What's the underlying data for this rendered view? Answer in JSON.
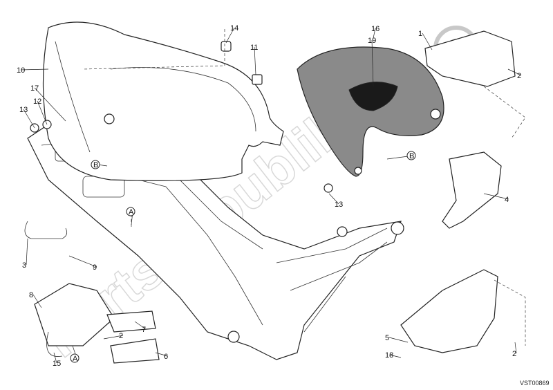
{
  "diagram": {
    "drawing_code": "VST00869",
    "watermark": "PartsRepublik",
    "callouts": [
      "10",
      "17",
      "13",
      "12",
      "14",
      "11",
      "16",
      "19",
      "1",
      "2",
      "B",
      "B",
      "A",
      "A",
      "13",
      "4",
      "3",
      "9",
      "8",
      "7",
      "2",
      "6",
      "15",
      "5",
      "18",
      "2"
    ],
    "colors": {
      "line": "#222222",
      "insert": "#1a1a1a",
      "cowl": "#777777",
      "watermark": "#c8c8c8"
    }
  }
}
